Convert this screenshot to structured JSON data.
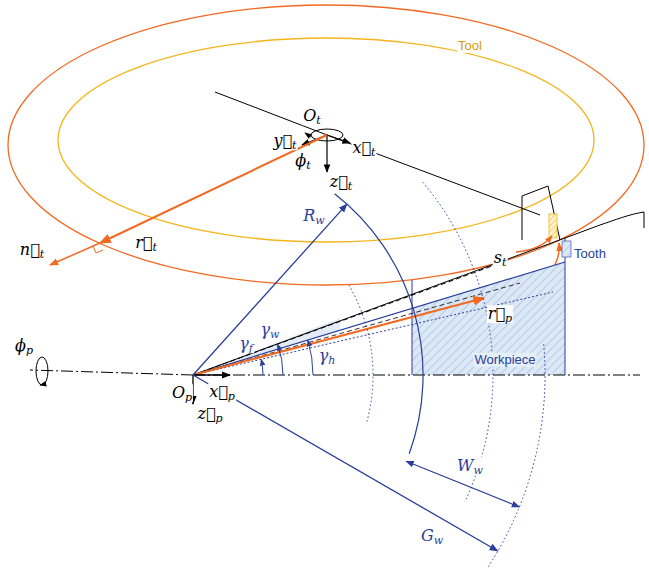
{
  "diagram": {
    "labels": [
      "Tool",
      "Ot",
      "y⃗t",
      "x⃗t",
      "ϕt",
      "z⃗t",
      "r⃗t",
      "n⃗t",
      "st",
      "Rw",
      "Tooth",
      "r⃗p",
      "γf",
      "γw",
      "γh",
      "ϕp",
      "Op",
      "x⃗p",
      "z⃗p",
      "Workpiece",
      "Ww",
      "Gw"
    ]
  }
}
